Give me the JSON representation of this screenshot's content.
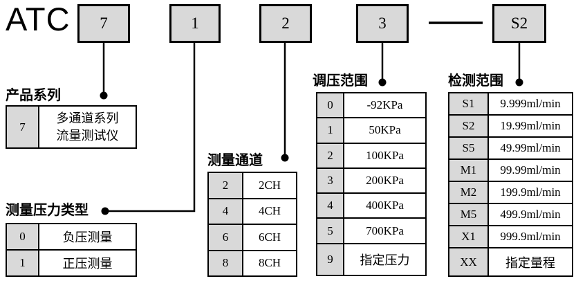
{
  "model": {
    "prefix": "ATC",
    "segments": [
      "7",
      "1",
      "2",
      "3",
      "S2"
    ],
    "separator": "-"
  },
  "colors": {
    "box_fill": "#d9d9d9",
    "line": "#000000",
    "background": "#ffffff"
  },
  "sections": {
    "series": {
      "title": "产品系列",
      "rows": [
        {
          "code": "7",
          "line1": "多通道系列",
          "line2": "流量测试仪"
        }
      ]
    },
    "pressure_type": {
      "title": "测量压力类型",
      "rows": [
        {
          "code": "0",
          "value": "负压测量"
        },
        {
          "code": "1",
          "value": "正压测量"
        }
      ]
    },
    "channels": {
      "title": "测量通道",
      "rows": [
        {
          "code": "2",
          "value": "2CH"
        },
        {
          "code": "4",
          "value": "4CH"
        },
        {
          "code": "6",
          "value": "6CH"
        },
        {
          "code": "8",
          "value": "8CH"
        }
      ]
    },
    "regulation_range": {
      "title": "调压范围",
      "rows": [
        {
          "code": "0",
          "value": "-92KPa"
        },
        {
          "code": "1",
          "value": "50KPa"
        },
        {
          "code": "2",
          "value": "100KPa"
        },
        {
          "code": "3",
          "value": "200KPa"
        },
        {
          "code": "4",
          "value": "400KPa"
        },
        {
          "code": "5",
          "value": "700KPa"
        },
        {
          "code": "9",
          "value": "指定压力"
        }
      ]
    },
    "detection_range": {
      "title": "检测范围",
      "rows": [
        {
          "code": "S1",
          "value": "9.999ml/min"
        },
        {
          "code": "S2",
          "value": "19.99ml/min"
        },
        {
          "code": "S5",
          "value": "49.99ml/min"
        },
        {
          "code": "M1",
          "value": "99.99ml/min"
        },
        {
          "code": "M2",
          "value": "199.9ml/min"
        },
        {
          "code": "M5",
          "value": "499.9ml/min"
        },
        {
          "code": "X1",
          "value": "999.9ml/min"
        },
        {
          "code": "XX",
          "value": "指定量程"
        }
      ]
    }
  }
}
